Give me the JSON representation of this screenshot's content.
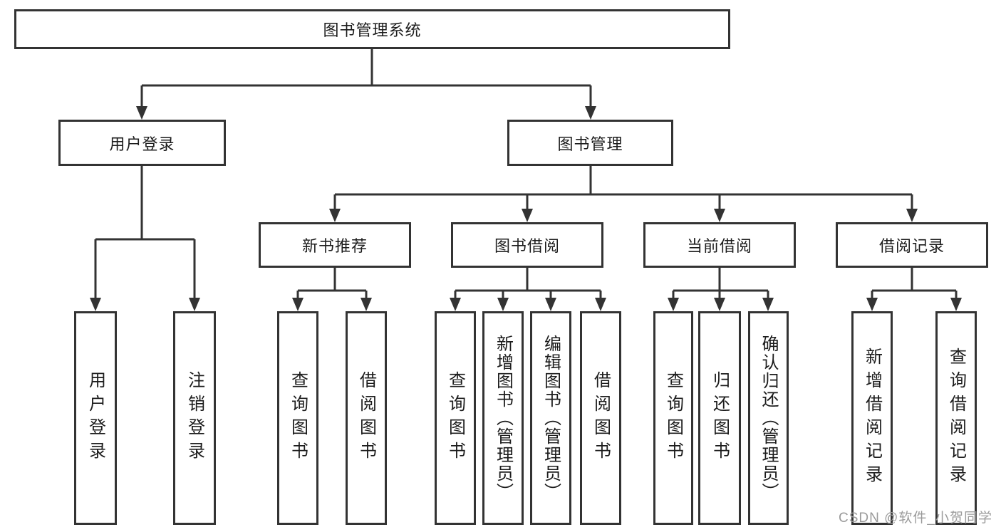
{
  "diagram": {
    "title": "图书管理系统",
    "nodes": [
      {
        "id": "root",
        "label": "图书管理系统",
        "level": 0,
        "parent": null
      },
      {
        "id": "user-login",
        "label": "用户登录",
        "level": 1,
        "parent": "root"
      },
      {
        "id": "book-management",
        "label": "图书管理",
        "level": 1,
        "parent": "root"
      },
      {
        "id": "new-book-recommend",
        "label": "新书推荐",
        "level": 2,
        "parent": "book-management"
      },
      {
        "id": "book-borrowing",
        "label": "图书借阅",
        "level": 2,
        "parent": "book-management"
      },
      {
        "id": "current-borrowing",
        "label": "当前借阅",
        "level": 2,
        "parent": "book-management"
      },
      {
        "id": "borrowing-records",
        "label": "借阅记录",
        "level": 2,
        "parent": "book-management"
      },
      {
        "id": "leaf-user-login",
        "label": "用户登录",
        "level": 3,
        "parent": "user-login"
      },
      {
        "id": "leaf-logout",
        "label": "注销登录",
        "level": 3,
        "parent": "user-login"
      },
      {
        "id": "leaf-query-books-1",
        "label": "查询图书",
        "level": 3,
        "parent": "new-book-recommend"
      },
      {
        "id": "leaf-borrow-books-1",
        "label": "借阅图书",
        "level": 3,
        "parent": "new-book-recommend"
      },
      {
        "id": "leaf-query-books-2",
        "label": "查询图书",
        "level": 3,
        "parent": "book-borrowing"
      },
      {
        "id": "leaf-add-books-admin",
        "label": "新增图书（管理员）",
        "level": 3,
        "parent": "book-borrowing"
      },
      {
        "id": "leaf-edit-books-admin",
        "label": "编辑图书（管理员）",
        "level": 3,
        "parent": "book-borrowing"
      },
      {
        "id": "leaf-borrow-books-2",
        "label": "借阅图书",
        "level": 3,
        "parent": "book-borrowing"
      },
      {
        "id": "leaf-query-books-3",
        "label": "查询图书",
        "level": 3,
        "parent": "current-borrowing"
      },
      {
        "id": "leaf-return-books",
        "label": "归还图书",
        "level": 3,
        "parent": "current-borrowing"
      },
      {
        "id": "leaf-confirm-return-admin",
        "label": "确认归还（管理员）",
        "level": 3,
        "parent": "current-borrowing"
      },
      {
        "id": "leaf-add-borrow-record",
        "label": "新增借阅记录",
        "level": 3,
        "parent": "borrowing-records"
      },
      {
        "id": "leaf-query-borrow-record",
        "label": "查询借阅记录",
        "level": 3,
        "parent": "borrowing-records"
      }
    ]
  },
  "watermark": {
    "text": "CSDN @软件_小贺同学"
  },
  "colors": {
    "line": "#333333",
    "box_border": "#333333",
    "text": "#1c1c1c",
    "watermark": "#9b9b9b",
    "background": "#ffffff"
  }
}
